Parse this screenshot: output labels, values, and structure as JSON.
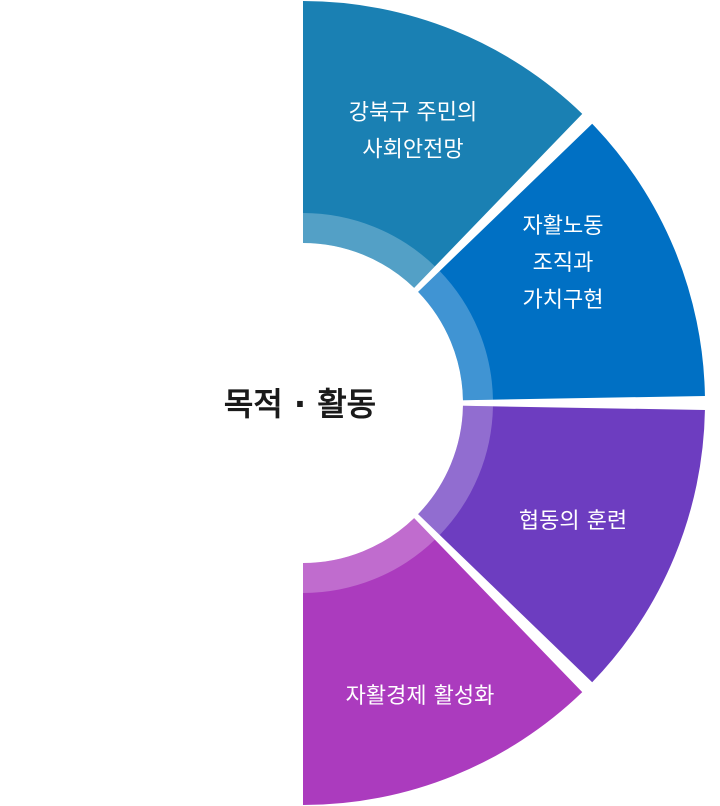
{
  "center": {
    "title": "목적 · 활동"
  },
  "segments": [
    {
      "id": "residents",
      "lines": [
        "강북구 주민의",
        "사회안전망"
      ],
      "color": "#1a80b3"
    },
    {
      "id": "labor",
      "lines": [
        "자활노동",
        "조직과",
        "가치구현"
      ],
      "color": "#0070c4"
    },
    {
      "id": "training",
      "lines": [
        "협동의 훈련"
      ],
      "color": "#6d3dc0"
    },
    {
      "id": "economy",
      "lines": [
        "자활경제 활성화"
      ],
      "color": "#ab3bbe"
    }
  ]
}
